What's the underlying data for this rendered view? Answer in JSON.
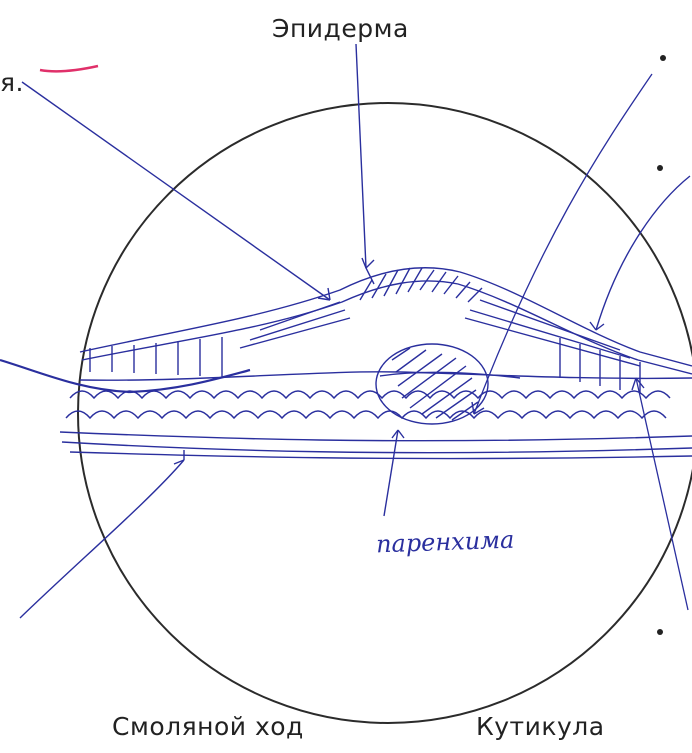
{
  "labels": {
    "top": "Эпидерма",
    "top_left": "я.",
    "bottom_left": "Смоляной ход",
    "bottom_right": "Кутикула",
    "handwritten": "паренхима"
  },
  "colors": {
    "ink": "#2a2f9e",
    "text": "#222222",
    "circle": "#2b2b2b",
    "accent_mark": "#e0306a"
  }
}
